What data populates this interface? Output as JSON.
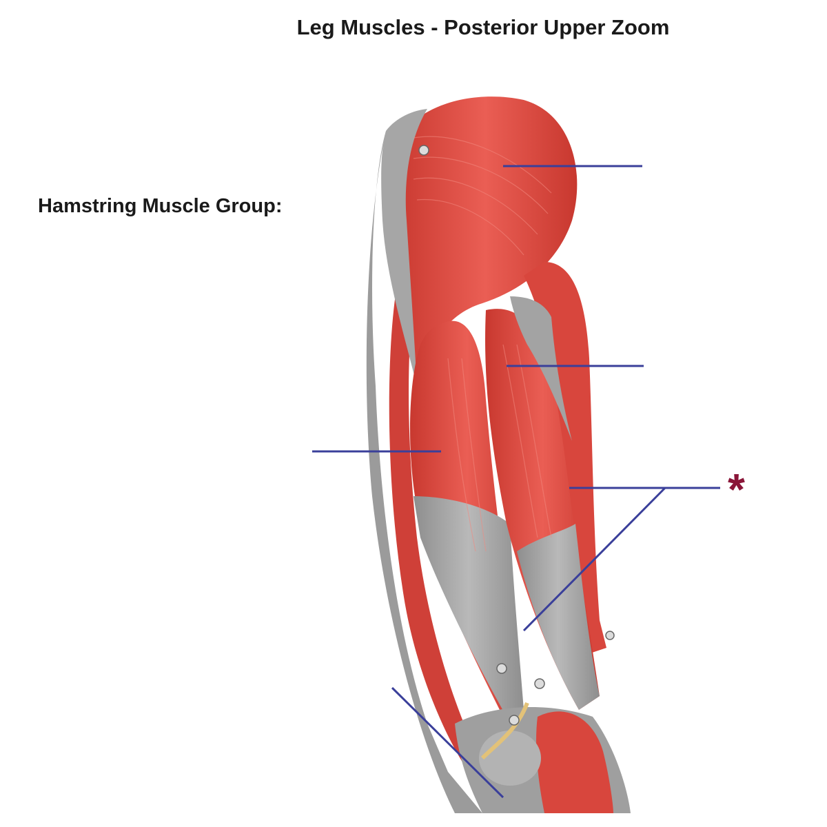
{
  "title": "Leg Muscles - Posterior Upper Zoom",
  "group_label": "Hamstring Muscle Group:",
  "marker": "*",
  "colors": {
    "leader_line": "#3a3f9a",
    "muscle": "#e0524a",
    "tendon": "#a9a9a9",
    "marker": "#8a1538"
  },
  "image_subject": "Anatomical model of the posterior upper leg showing gluteus and hamstring muscles"
}
